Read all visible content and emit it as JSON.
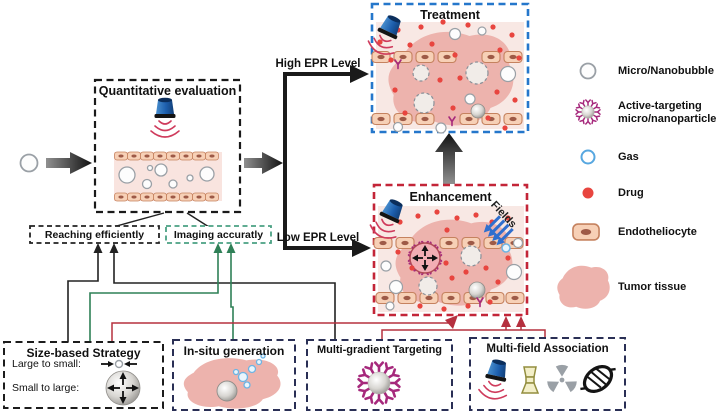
{
  "flow": {
    "quantitative_title": "Quantitative evaluation",
    "treatment_title": "Treatment",
    "enhancement_title": "Enhancement",
    "fields_label": "Fields",
    "high_epr_label": "High EPR Level",
    "low_epr_label": "Low EPR Level",
    "reaching_label": "Reaching efficiently",
    "imaging_label": "Imaging  accuratly"
  },
  "legend": {
    "items": [
      {
        "icon": "microbubble-icon",
        "label": "Micro/Nanobubble"
      },
      {
        "icon": "active-targeting-particle-icon",
        "label": "Active-targeting micro/nanoparticle"
      },
      {
        "icon": "gas-icon",
        "label": "Gas"
      },
      {
        "icon": "drug-icon",
        "label": "Drug"
      },
      {
        "icon": "endotheliocyte-icon",
        "label": "Endotheliocyte"
      },
      {
        "icon": "tumor-tissue-icon",
        "label": "Tumor tissue"
      }
    ]
  },
  "strategies": {
    "size_based": {
      "title": "Size-based Strategy",
      "large_to_small_label": "Large to small:",
      "small_to_large_label": "Small to large:"
    },
    "in_situ": {
      "title": "In-situ generation"
    },
    "multi_gradient": {
      "title": "Multi-gradient Targeting"
    },
    "multi_field": {
      "title": "Multi-field Association",
      "icons": [
        "ultrasound-transducer-icon",
        "light-source-icon",
        "radiation-icon",
        "magnet-coil-icon"
      ]
    }
  },
  "colors": {
    "treatment_border": "#2577cb",
    "enhancement_border": "#c32538",
    "imaging_green": "#2f8057",
    "connector_red": "#b5303f",
    "drug_red": "#e8453f",
    "ligand_magenta": "#a6297c",
    "field_arrow_blue": "#2f6fce",
    "transducer_blue": "#1d5fae",
    "tumor_pink": "#edb3ad",
    "cell_fill": "#f7d0b6"
  }
}
